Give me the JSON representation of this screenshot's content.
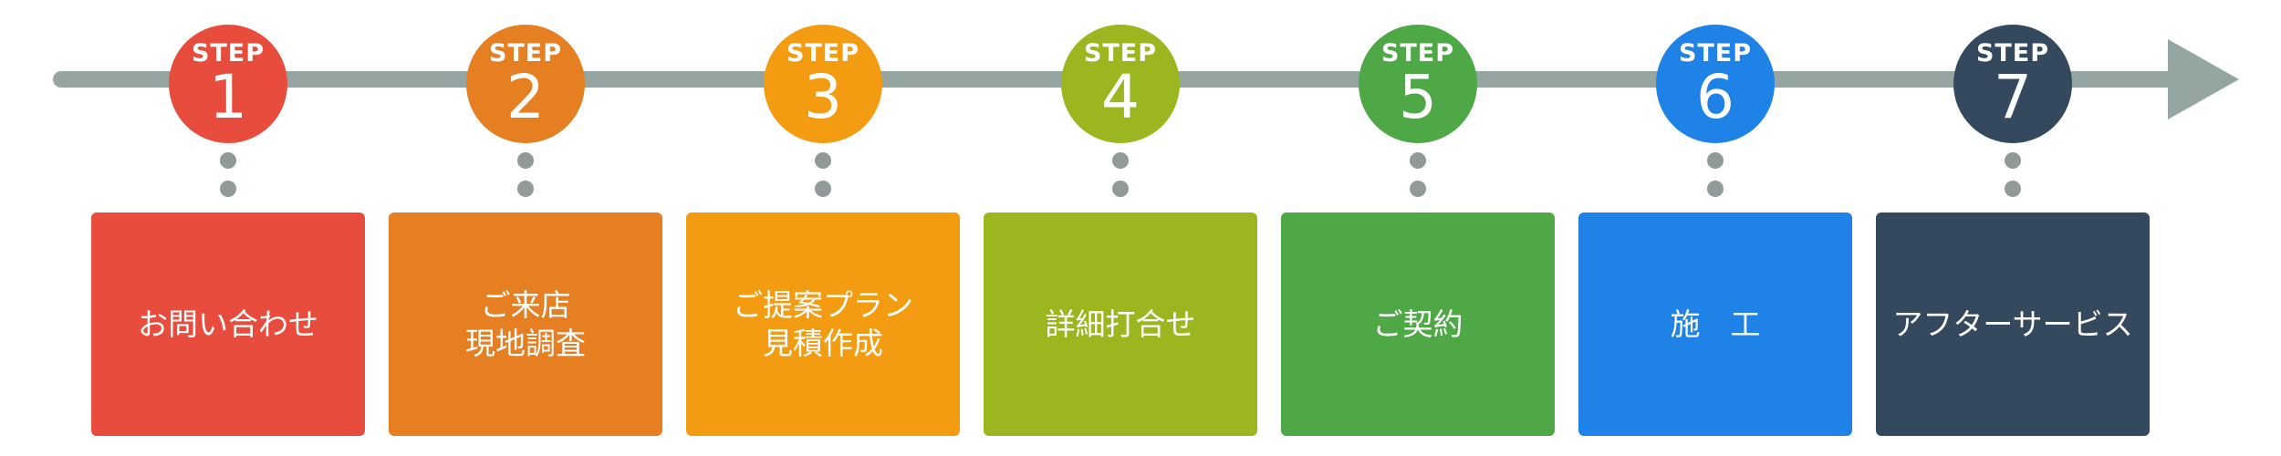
{
  "diagram": {
    "step_word": "STEP",
    "colors": {
      "timeline": "#95a5a2",
      "connector_dots": "#8f9a99"
    },
    "steps": [
      {
        "number": "1",
        "label": "お問い合わせ",
        "color": "#e74c3c"
      },
      {
        "number": "2",
        "label": "ご来店\n現地調査",
        "color": "#e67e22"
      },
      {
        "number": "3",
        "label": "ご提案プラン\n見積作成",
        "color": "#f39c12"
      },
      {
        "number": "4",
        "label": "詳細打合せ",
        "color": "#9cb61f"
      },
      {
        "number": "5",
        "label": "ご契約",
        "color": "#4ea845"
      },
      {
        "number": "6",
        "label": "施　工",
        "color": "#1e82e6"
      },
      {
        "number": "7",
        "label": "アフターサービス",
        "color": "#34495e"
      }
    ]
  }
}
